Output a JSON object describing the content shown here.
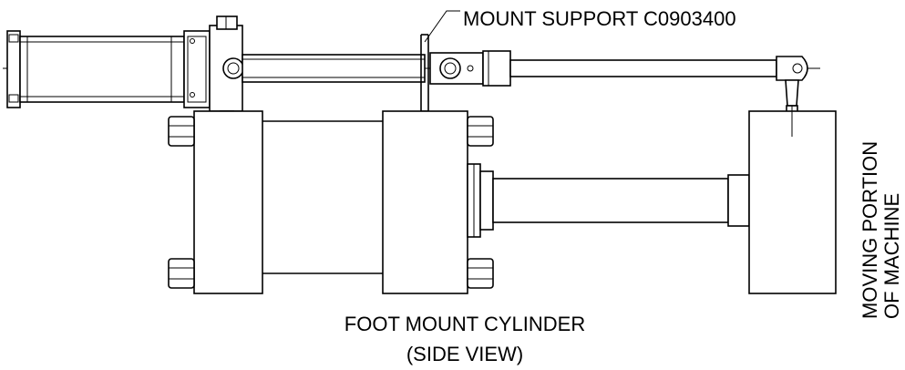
{
  "labels": {
    "mount_support": "MOUNT SUPPORT C0903400",
    "moving_portion_line1": "MOVING PORTION",
    "moving_portion_line2": "OF MACHINE",
    "caption_line1": "FOOT MOUNT CYLINDER",
    "caption_line2": "(SIDE VIEW)"
  }
}
